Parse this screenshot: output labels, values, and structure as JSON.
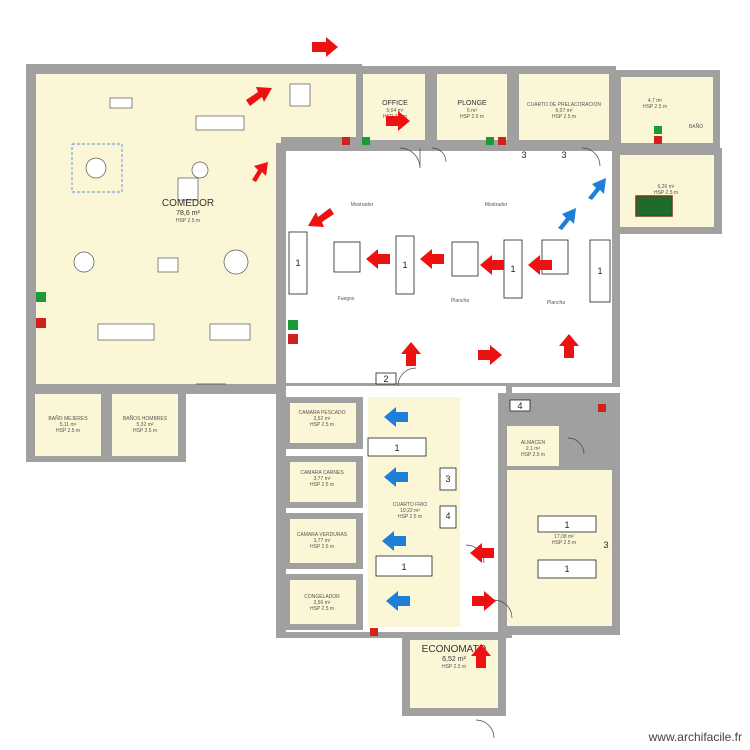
{
  "rooms": {
    "comedor": {
      "name": "COMEDOR",
      "area": "78,6 m²",
      "hsp": "HSP 2.5 m"
    },
    "office": {
      "name": "OFFICE",
      "area": "5,04 m²",
      "hsp": "HSP 2.5 m"
    },
    "plonge": {
      "name": "PLONGE",
      "area": "5 m²",
      "hsp": "HSP 2.5 m"
    },
    "prelacoracion": {
      "name": "CUARTO DE PRELACORACION",
      "area": "6,07 m²",
      "hsp": "HSP 2.5 m"
    },
    "bano_top": {
      "name": "BAÑO",
      "area": "4,7 m²",
      "hsp": "HSP 2.5 m"
    },
    "oficina": {
      "area": "6,26 m²",
      "hsp": "HSP 2.5 m"
    },
    "bano_mujeres": {
      "name": "BAÑO MEJERES",
      "area": "5,11 m²",
      "hsp": "HSP 2.5 m"
    },
    "banos_hombres": {
      "name": "BAÑOS HOMBRES",
      "area": "5,32 m²",
      "hsp": "HSP 2.5 m"
    },
    "camara_pescado": {
      "name": "CAMARA PESCADO",
      "area": "3,52 m²",
      "hsp": "HSP 2.5 m"
    },
    "camara_carnes": {
      "name": "CAMARA CARNES",
      "area": "3,77 m²",
      "hsp": "HSP 2.5 m"
    },
    "camara_verduras": {
      "name": "CAMARA VERDURAS",
      "area": "3,77 m²",
      "hsp": "HSP 2.5 m"
    },
    "congelador": {
      "name": "CONGELADOR",
      "area": "3,56 m²",
      "hsp": "HSP 2.5 m"
    },
    "cuarto_frio": {
      "name": "CUARTO FRIO",
      "area": "19,22 m²",
      "hsp": "HSP 2.5 m"
    },
    "almacen": {
      "name": "ALMACEN",
      "area": "2,1 m²",
      "hsp": "HSP 2.5 m"
    },
    "almacen_grande": {
      "area": "17,08 m²",
      "hsp": "HSP 2.5 m"
    },
    "economato": {
      "name": "ECONOMATO",
      "area": "6,52 m²",
      "hsp": "HSP 2.5 m"
    }
  },
  "kitchen": {
    "counter_left": "Mostrador",
    "counter_right": "Mostrador",
    "station_1": "Fuegos",
    "station_2": "Plancha",
    "station_3": "Plancha"
  },
  "item_labels": {
    "one": "1",
    "two": "2",
    "three": "3",
    "four": "4"
  },
  "watermark": "www.archifacile.fr",
  "colors": {
    "red_arrow": "#ee1111",
    "blue_arrow": "#1e7fd8",
    "room_fill": "#fbf6d5",
    "wall": "#a0a0a0"
  }
}
